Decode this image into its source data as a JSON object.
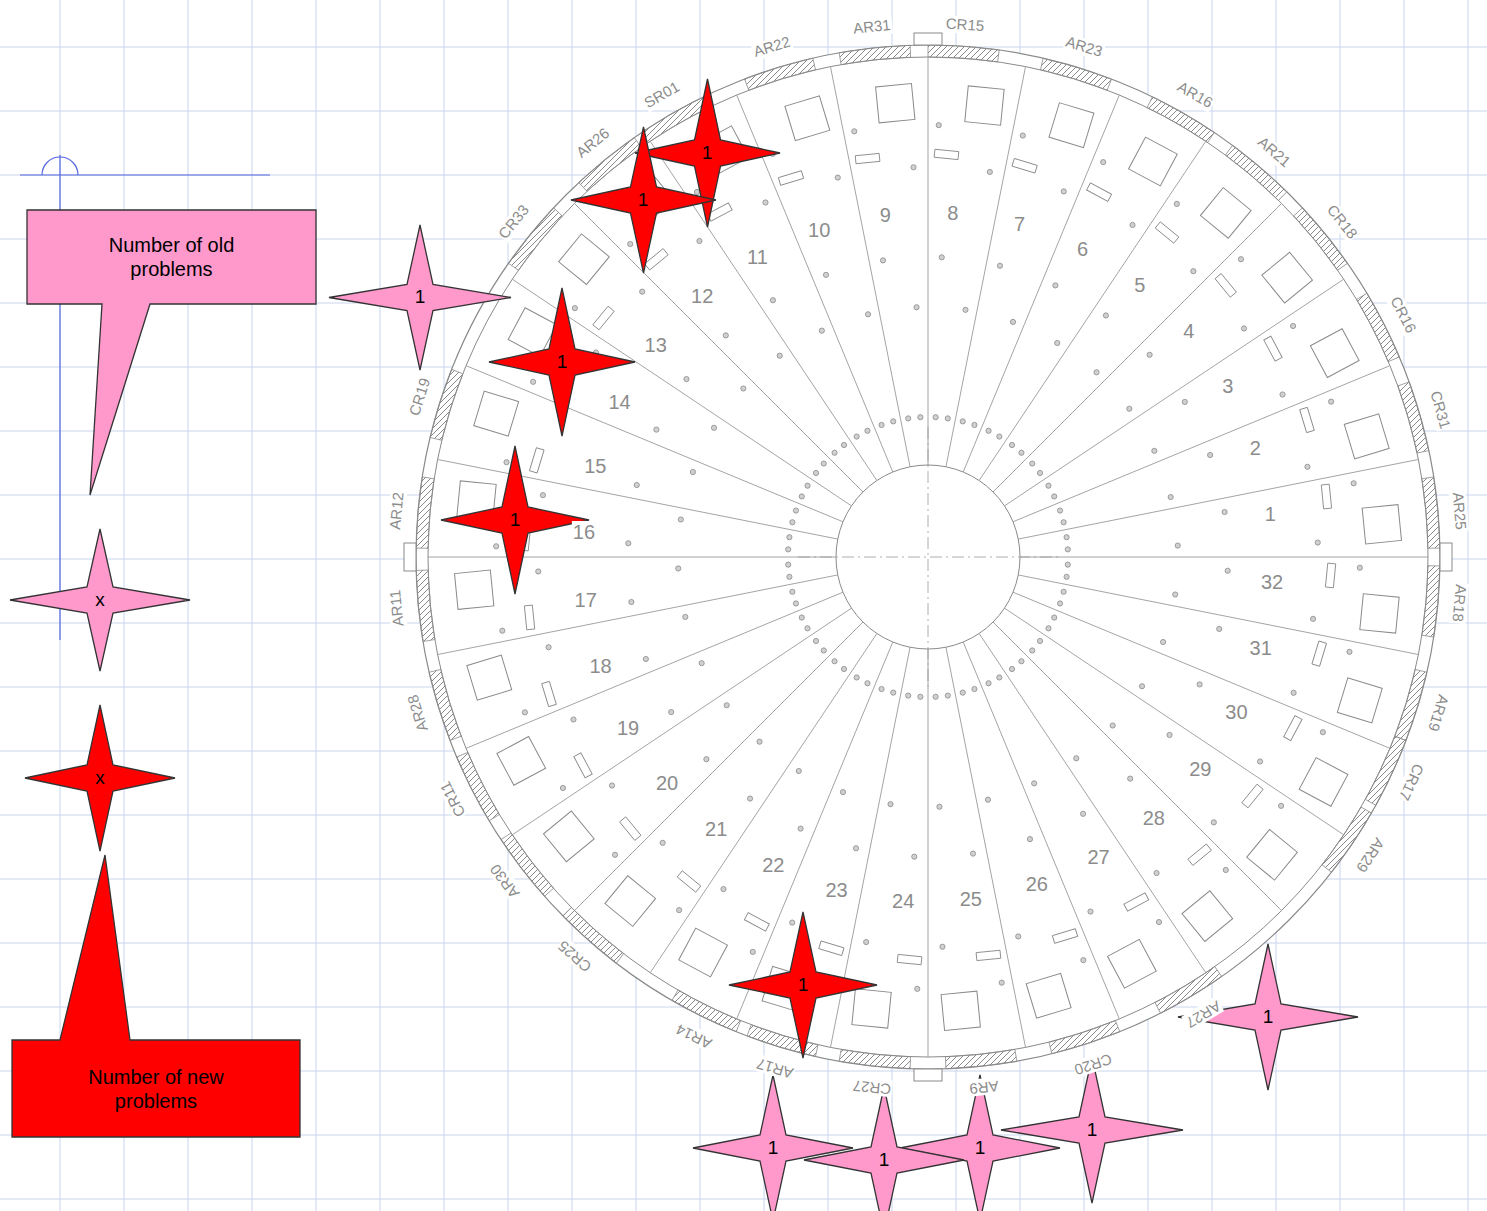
{
  "diagram": {
    "nodes": [
      {
        "text": [
          "Number of old problems"
        ]
      },
      {
        "text": [
          "x"
        ]
      },
      {
        "text": [
          "x"
        ]
      },
      {
        "text": [
          "Number of new problems"
        ]
      },
      {
        "text": [
          "1"
        ]
      },
      {
        "text": [
          "1"
        ]
      },
      {
        "text": [
          "1"
        ]
      },
      {
        "text": [
          "1"
        ]
      },
      {
        "text": [
          "1"
        ]
      },
      {
        "text": [
          "1"
        ]
      },
      {
        "text": [
          "1"
        ]
      },
      {
        "text": [
          "1"
        ]
      },
      {
        "text": [
          "1"
        ]
      },
      {
        "text": [
          "1"
        ]
      },
      {
        "text": [
          "1"
        ]
      }
    ],
    "labels": [
      "AR31",
      "CR15",
      "AR23",
      "AR16",
      "AR21",
      "CR18",
      "CR16",
      "CR31",
      "AR25",
      "AR18",
      "AR19",
      "CR17",
      "AR29",
      "AR27",
      "CR20",
      "AR9",
      "CR27",
      "AR17",
      "AR14",
      "CR25",
      "AR30",
      "CR11",
      "AR28",
      "AR11",
      "AR12",
      "CR19",
      "CR33",
      "AR26",
      "SR01",
      "AR22",
      "1",
      "2",
      "3",
      "4",
      "5",
      "6",
      "7",
      "8",
      "9",
      "10",
      "11",
      "12",
      "13",
      "14",
      "15",
      "16",
      "17",
      "18",
      "19",
      "20",
      "21",
      "22",
      "23",
      "24",
      "25",
      "26",
      "27",
      "28",
      "29",
      "30",
      "31",
      "32"
    ]
  }
}
